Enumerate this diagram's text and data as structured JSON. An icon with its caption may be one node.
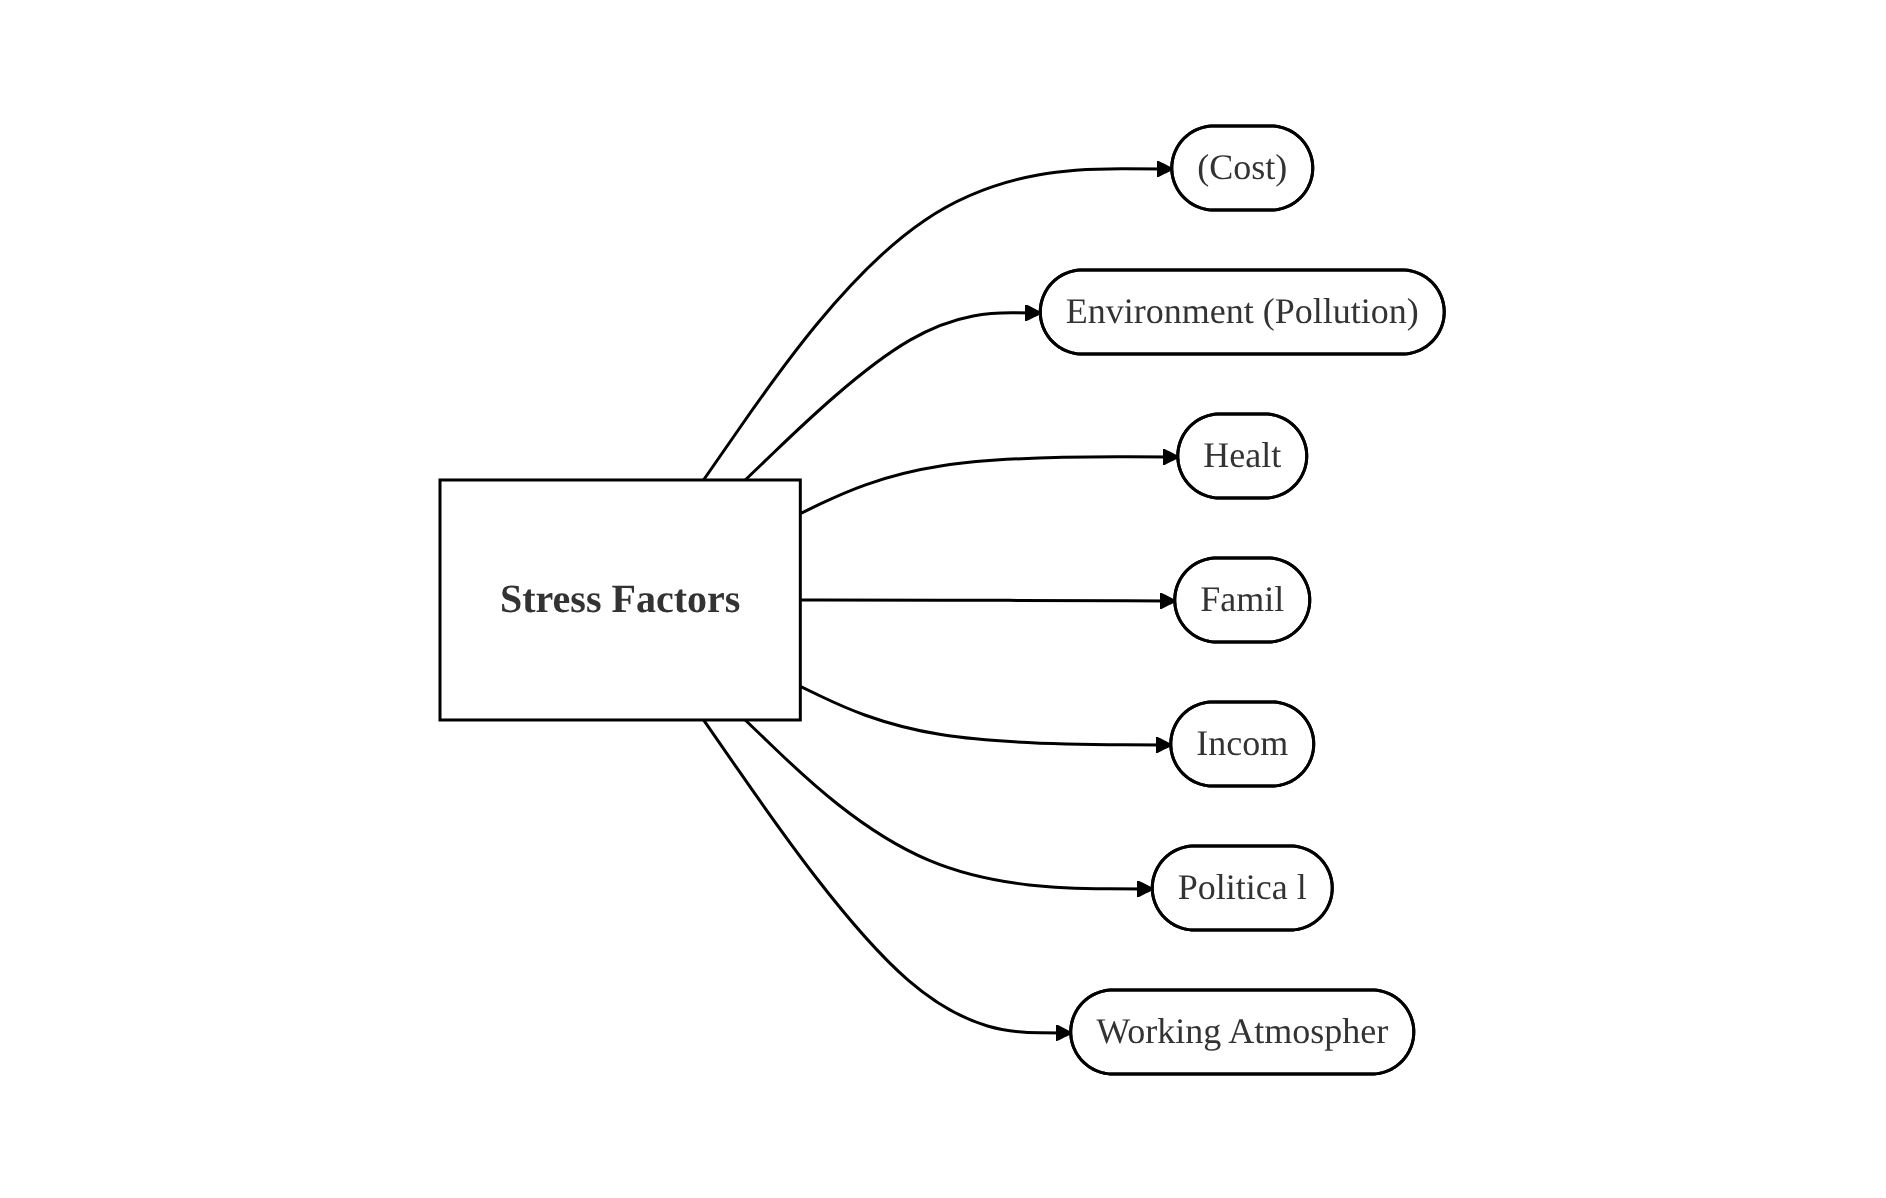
{
  "diagram": {
    "nodes": [
      {
        "text": [
          "(Cost)"
        ]
      },
      {
        "text": [
          "Environment (Pollution)"
        ]
      },
      {
        "text": [
          "Stress Factors"
        ]
      },
      {
        "text": [
          "Healt"
        ]
      },
      {
        "text": [
          "Famil"
        ]
      },
      {
        "text": [
          "Incom"
        ]
      },
      {
        "text": [
          "Politica l"
        ]
      },
      {
        "text": [
          "Working Atmospher"
        ]
      }
    ],
    "edges": [
      {
        "from": 2,
        "to": 0,
        "arrow": "to"
      },
      {
        "from": 2,
        "to": 1,
        "arrow": "to"
      },
      {
        "from": 2,
        "to": 3,
        "arrow": "to"
      },
      {
        "from": 2,
        "to": 4,
        "arrow": "to"
      },
      {
        "from": 2,
        "to": 5,
        "arrow": "to"
      },
      {
        "from": 2,
        "to": 6,
        "arrow": "to"
      },
      {
        "from": 2,
        "to": 7,
        "arrow": "to"
      }
    ]
  }
}
